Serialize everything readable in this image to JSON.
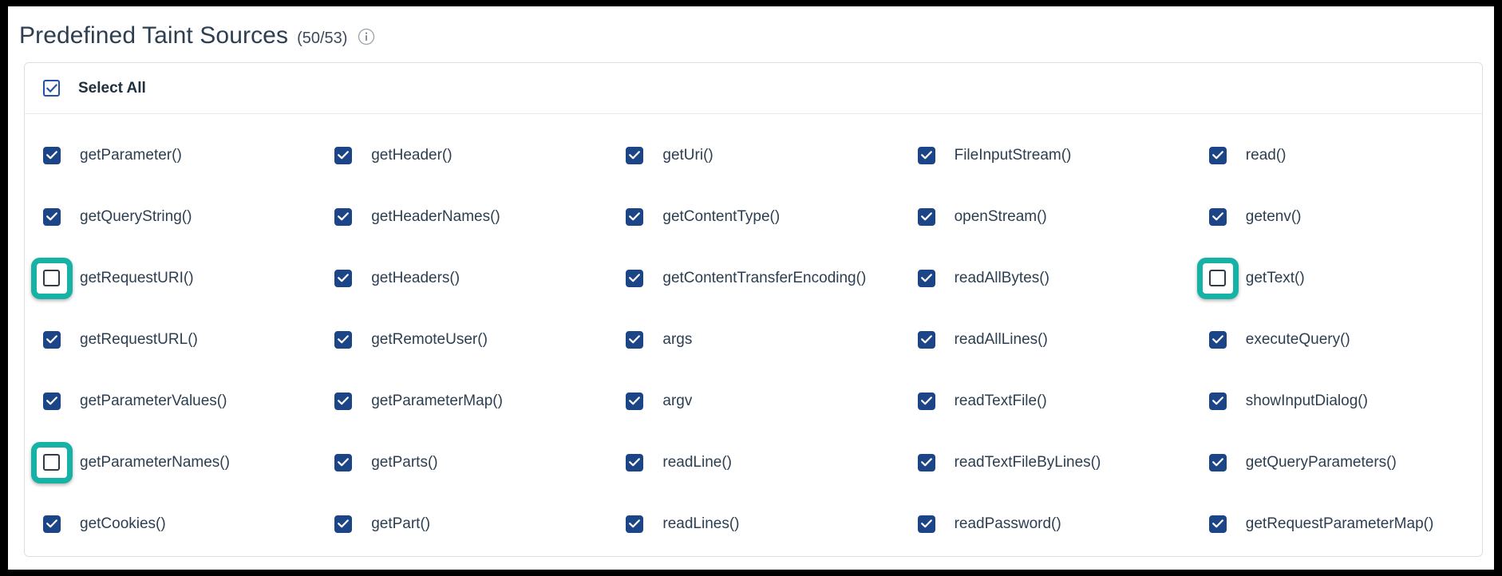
{
  "header": {
    "title": "Predefined Taint Sources",
    "count": "(50/53)",
    "info_icon": "info-circle-icon"
  },
  "panel": {
    "select_all": {
      "label": "Select All",
      "checked": true,
      "style": "outline"
    },
    "columns": 5,
    "items": [
      {
        "label": "getParameter()",
        "checked": true,
        "highlighted": false
      },
      {
        "label": "getHeader()",
        "checked": true,
        "highlighted": false
      },
      {
        "label": "getUri()",
        "checked": true,
        "highlighted": false
      },
      {
        "label": "FileInputStream()",
        "checked": true,
        "highlighted": false
      },
      {
        "label": "read()",
        "checked": true,
        "highlighted": false
      },
      {
        "label": "getQueryString()",
        "checked": true,
        "highlighted": false
      },
      {
        "label": "getHeaderNames()",
        "checked": true,
        "highlighted": false
      },
      {
        "label": "getContentType()",
        "checked": true,
        "highlighted": false
      },
      {
        "label": "openStream()",
        "checked": true,
        "highlighted": false
      },
      {
        "label": "getenv()",
        "checked": true,
        "highlighted": false
      },
      {
        "label": "getRequestURI()",
        "checked": false,
        "highlighted": true
      },
      {
        "label": "getHeaders()",
        "checked": true,
        "highlighted": false
      },
      {
        "label": "getContentTransferEncoding()",
        "checked": true,
        "highlighted": false
      },
      {
        "label": "readAllBytes()",
        "checked": true,
        "highlighted": false
      },
      {
        "label": "getText()",
        "checked": false,
        "highlighted": true
      },
      {
        "label": "getRequestURL()",
        "checked": true,
        "highlighted": false
      },
      {
        "label": "getRemoteUser()",
        "checked": true,
        "highlighted": false
      },
      {
        "label": "args",
        "checked": true,
        "highlighted": false
      },
      {
        "label": "readAllLines()",
        "checked": true,
        "highlighted": false
      },
      {
        "label": "executeQuery()",
        "checked": true,
        "highlighted": false
      },
      {
        "label": "getParameterValues()",
        "checked": true,
        "highlighted": false
      },
      {
        "label": "getParameterMap()",
        "checked": true,
        "highlighted": false
      },
      {
        "label": "argv",
        "checked": true,
        "highlighted": false
      },
      {
        "label": "readTextFile()",
        "checked": true,
        "highlighted": false
      },
      {
        "label": "showInputDialog()",
        "checked": true,
        "highlighted": false
      },
      {
        "label": "getParameterNames()",
        "checked": false,
        "highlighted": true
      },
      {
        "label": "getParts()",
        "checked": true,
        "highlighted": false
      },
      {
        "label": "readLine()",
        "checked": true,
        "highlighted": false
      },
      {
        "label": "readTextFileByLines()",
        "checked": true,
        "highlighted": false
      },
      {
        "label": "getQueryParameters()",
        "checked": true,
        "highlighted": false
      },
      {
        "label": "getCookies()",
        "checked": true,
        "highlighted": false
      },
      {
        "label": "getPart()",
        "checked": true,
        "highlighted": false
      },
      {
        "label": "readLines()",
        "checked": true,
        "highlighted": false
      },
      {
        "label": "readPassword()",
        "checked": true,
        "highlighted": false
      },
      {
        "label": "getRequestParameterMap()",
        "checked": true,
        "highlighted": false
      }
    ]
  },
  "colors": {
    "checkbox_checked": "#1c4587",
    "select_all_border": "#2353a4",
    "highlight_teal": "#16b2a6",
    "text": "#2c3e50",
    "panel_border": "#dcdfe3",
    "frame": "#000000"
  }
}
